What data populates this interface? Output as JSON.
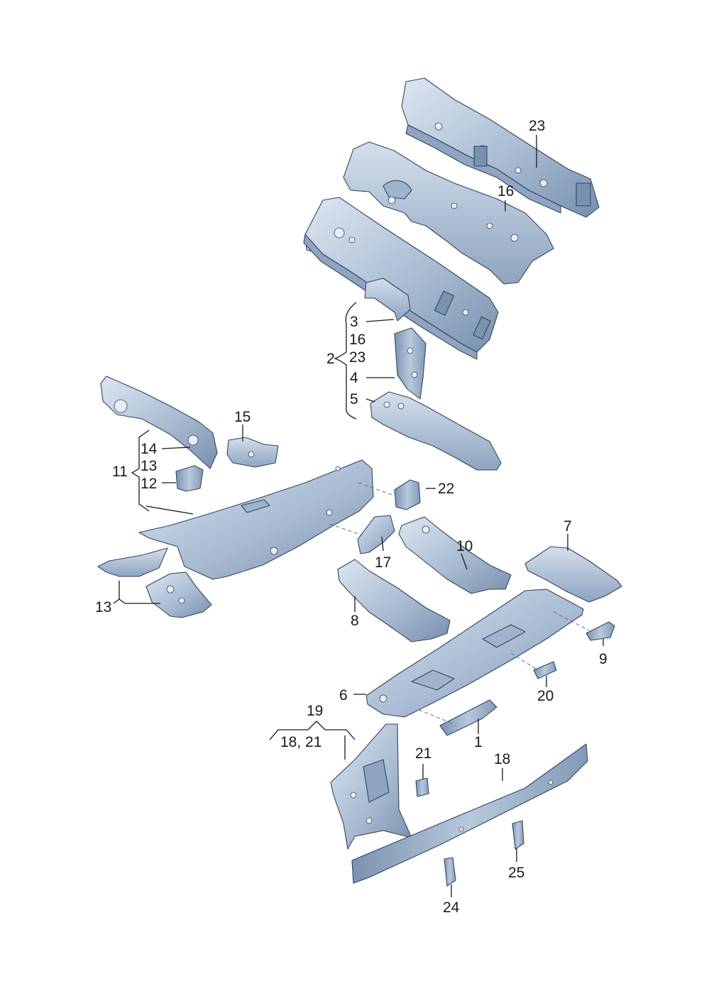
{
  "diagram": {
    "colors": {
      "part_fill_light": "#c9d6e6",
      "part_fill_mid": "#9fb3cc",
      "part_fill_dark": "#6f86a6",
      "outline": "#33465f",
      "label": "#1a1a1a"
    },
    "labels": {
      "l1": "1",
      "l2": "2",
      "l3": "3",
      "l4": "4",
      "l5": "5",
      "l6": "6",
      "l7": "7",
      "l8": "8",
      "l9": "9",
      "l10": "10",
      "l11": "11",
      "l12": "12",
      "l13a": "13",
      "l13b": "13",
      "l14": "14",
      "l15": "15",
      "l16a": "16",
      "l16b": "16",
      "l17": "17",
      "l18": "18",
      "l18_21": "18, 21",
      "l19": "19",
      "l20": "20",
      "l21": "21",
      "l22": "22",
      "l23a": "23",
      "l23b": "23",
      "l24": "24",
      "l25": "25"
    }
  }
}
